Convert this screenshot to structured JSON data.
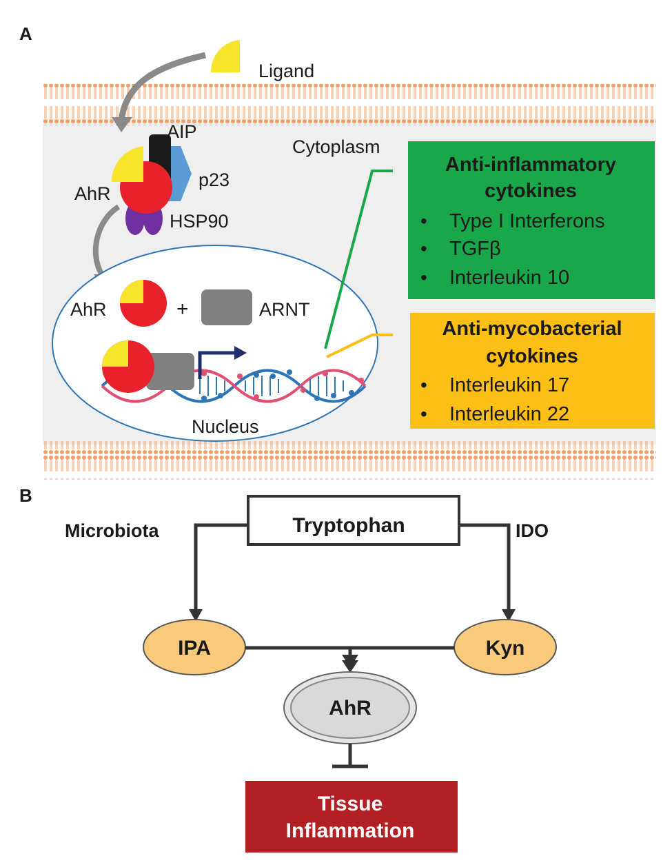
{
  "panel_a": {
    "label": "A",
    "ligand": "Ligand",
    "aip": "AIP",
    "p23": "p23",
    "ahr_complex": "AhR",
    "hsp90": "HSP90",
    "cytoplasm": "Cytoplasm",
    "ahr_nucleus": "AhR",
    "plus": "+",
    "arnt": "ARNT",
    "nucleus": "Nucleus",
    "anti_inflammatory": {
      "title_line1": "Anti-inflammatory",
      "title_line2": "cytokines",
      "items": [
        "Type I Interferons",
        "TGFβ",
        "Interleukin 10"
      ],
      "color": "#1aa64a"
    },
    "anti_mycobacterial": {
      "title_line1": "Anti-mycobacterial",
      "title_line2": "cytokines",
      "items": [
        "Interleukin 17",
        "Interleukin 22"
      ],
      "color": "#fbbf16"
    },
    "bullet": "•"
  },
  "panel_b": {
    "label": "B",
    "tryptophan": "Tryptophan",
    "microbiota": "Microbiota",
    "ido": "IDO",
    "ipa": "IPA",
    "kyn": "Kyn",
    "ahr": "AhR",
    "tissue_line1": "Tissue",
    "tissue_line2": "Inflammation",
    "tissue_color": "#b22026"
  }
}
